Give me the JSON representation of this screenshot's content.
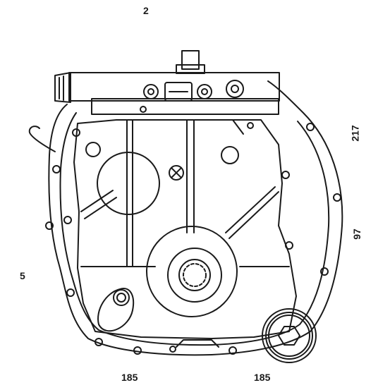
{
  "diagram": {
    "callouts": {
      "top": "2",
      "left": "5",
      "right_upper": "217",
      "right_lower": "97",
      "bottom_left": "185",
      "bottom_right": "185"
    }
  }
}
